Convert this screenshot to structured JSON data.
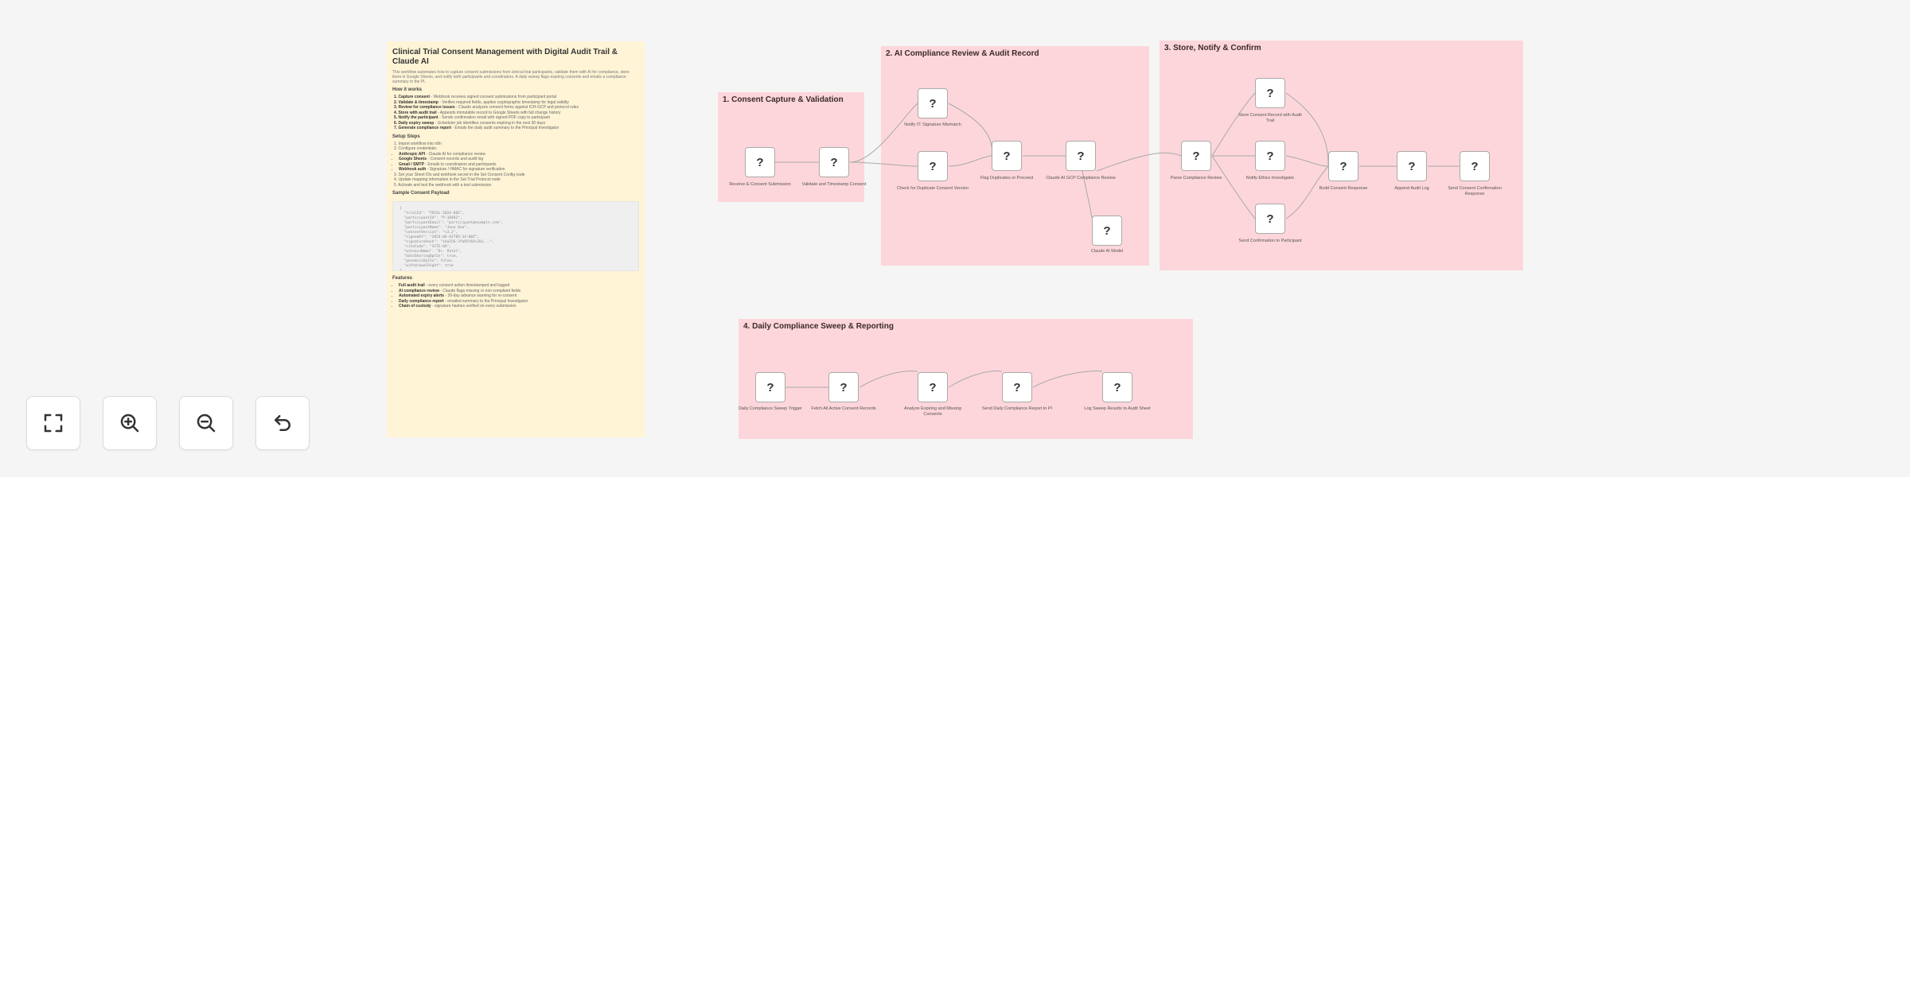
{
  "note": {
    "title": "Clinical Trial Consent Management with Digital Audit Trail & Claude AI",
    "intro": "This workflow automates how to capture consent submissions from clinical trial participants, validate them with AI for compliance, store them in Google Sheets, and notify both participants and coordinators. A daily sweep flags expiring consents and emails a compliance summary to the PI.",
    "how_it_works_heading": "How it works",
    "how_it_works": [
      {
        "bold": "1. Capture consent",
        "text": " - Webhook receives signed consent submissions from participant portal"
      },
      {
        "bold": "2. Validate & timestamp",
        "text": " - Verifies required fields, applies cryptographic timestamp for legal validity"
      },
      {
        "bold": "3. Review for compliance issues",
        "text": " - Claude analyzes consent forms against ICH-GCP and protocol rules"
      },
      {
        "bold": "4. Store with audit trail",
        "text": " - Appends immutable record to Google Sheets with full change history"
      },
      {
        "bold": "5. Notify the participant",
        "text": " - Sends confirmation email with signed PDF copy to participant"
      },
      {
        "bold": "6. Daily expiry sweep",
        "text": " - Scheduler job identifies consents expiring in the next 30 days"
      },
      {
        "bold": "7. Generate compliance report",
        "text": " - Emails the daily audit summary to the Principal Investigator"
      }
    ],
    "setup_heading": "Setup Steps",
    "setup_steps": [
      "1. Import workflow into n8n",
      "2. Configure credentials:"
    ],
    "setup_creds": [
      {
        "bold": "Anthropic API",
        "text": " - Claude AI for compliance review"
      },
      {
        "bold": "Google Sheets",
        "text": " - Consent records and audit log"
      },
      {
        "bold": "Gmail / SMTP",
        "text": " - Emails to coordinators and participants"
      },
      {
        "bold": "Webhook auth",
        "text": " - Signature / HMAC for signature verification"
      }
    ],
    "setup_more": [
      "3. Set your Sheet IDs and webhook secret in the Set Consent Config node",
      "4. Update mapping information in the Set Trial Protocol node",
      "5. Activate and test the webhook with a test submission"
    ],
    "sample_heading": "Sample Consent Payload",
    "sample_code": "{\n  \"trialId\": \"TRIAL-2024-001\",\n  \"participantId\": \"P-10482\",\n  \"participantEmail\": \"participant@example.com\",\n  \"participantName\": \"Jane Doe\",\n  \"consentVersion\": \"v3.2\",\n  \"signedAt\": \"2024-06-01T09:14:00Z\",\n  \"signatureHash\": \"sha256:3fa85f64c2b1...\",\n  \"siteCode\": \"SITE-04\",\n  \"witnessName\": \"Dr. Patel\",\n  \"dataSharingOptIn\": true,\n  \"genomicsOptIn\": false,\n  \"withdrawalRight\": true\n}",
    "features_heading": "Features",
    "features": [
      {
        "bold": "Full audit trail",
        "text": " - every consent action timestamped and logged"
      },
      {
        "bold": "AI compliance review",
        "text": " - Claude flags missing or non-compliant fields"
      },
      {
        "bold": "Automated expiry alerts",
        "text": " - 30-day advance warning for re-consent"
      },
      {
        "bold": "Daily compliance report",
        "text": " - emailed summary to the Principal Investigator"
      },
      {
        "bold": "Chain of custody",
        "text": " - signature hashes verified on every submission"
      }
    ]
  },
  "groups": [
    {
      "title": "1. Consent Capture & Validation"
    },
    {
      "title": "2. AI Compliance Review & Audit Record"
    },
    {
      "title": "3. Store, Notify & Confirm"
    },
    {
      "title": "4. Daily Compliance Sweep & Reporting"
    }
  ],
  "nodes": [
    {
      "icon": "?",
      "label": "Receive E-Consent Submission"
    },
    {
      "icon": "?",
      "label": "Validate and Timestamp Consent"
    },
    {
      "icon": "?",
      "label": "Notify IT: Signature Mismatch"
    },
    {
      "icon": "?",
      "label": "Check for Duplicate Consent Version"
    },
    {
      "icon": "?",
      "label": "Flag Duplicates or Proceed"
    },
    {
      "icon": "?",
      "label": "Claude AI GCP Compliance Review"
    },
    {
      "icon": "?",
      "label": "Claude AI Model"
    },
    {
      "icon": "?",
      "label": "Parse Compliance Review"
    },
    {
      "icon": "?",
      "label": "Store Consent Record with Audit Trail"
    },
    {
      "icon": "?",
      "label": "Notify Ethics Investigator"
    },
    {
      "icon": "?",
      "label": "Send Confirmation to Participant"
    },
    {
      "icon": "?",
      "label": "Build Consent Response"
    },
    {
      "icon": "?",
      "label": "Append Audit Log"
    },
    {
      "icon": "?",
      "label": "Send Consent Confirmation Response"
    },
    {
      "icon": "?",
      "label": "Daily Compliance Sweep Trigger"
    },
    {
      "icon": "?",
      "label": "Fetch All Active Consent Records"
    },
    {
      "icon": "?",
      "label": "Analyze Expiring and Missing Consents"
    },
    {
      "icon": "?",
      "label": "Send Daily Compliance Report to PI"
    },
    {
      "icon": "?",
      "label": "Log Sweep Results to Audit Sheet"
    }
  ],
  "controls": [
    {
      "icon": "fullscreen-icon"
    },
    {
      "icon": "zoom-in-icon"
    },
    {
      "icon": "zoom-out-icon"
    },
    {
      "icon": "undo-icon"
    }
  ]
}
